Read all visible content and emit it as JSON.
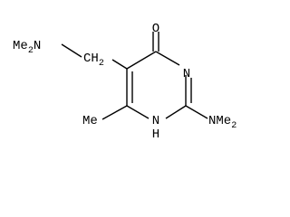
{
  "molecule": {
    "atoms": {
      "o": "O",
      "n3": "N",
      "n1": "N",
      "h1": "H",
      "nme2_left_prefix": "Me",
      "nme2_left_sub": "2",
      "nme2_left_n": "N",
      "ch2_c": "CH",
      "ch2_sub": "2",
      "methyl": "Me",
      "nme2_right_n": "N",
      "nme2_right_me": "Me",
      "nme2_right_sub": "2"
    }
  }
}
